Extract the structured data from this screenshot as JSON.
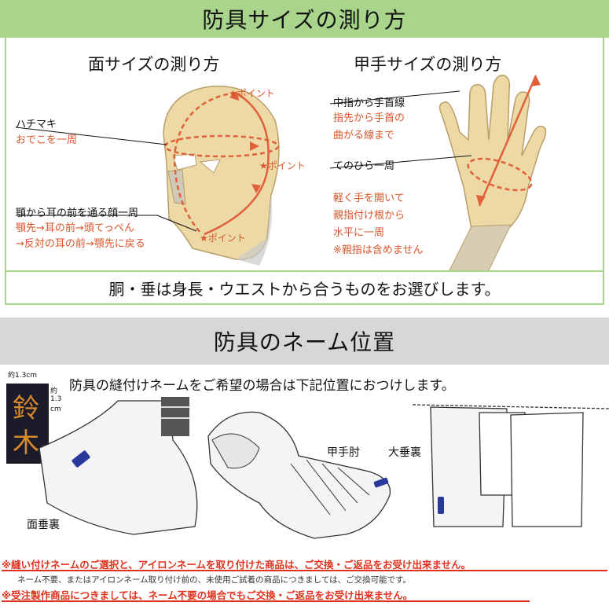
{
  "section1": {
    "title": "防具サイズの測り方",
    "men": {
      "heading": "面サイズの測り方",
      "point_top": "★ポイント",
      "point_side": "★ポイント",
      "point_chin": "★ポイント",
      "hachimaki_label": "ハチマキ",
      "hachimaki_note": "おでこを一周",
      "chin_label": "顎から耳の前を通る顔一周",
      "chin_note1": "顎先→耳の前→頭てっぺん",
      "chin_note2": "→反対の耳の前→顎先に戻る"
    },
    "kote": {
      "heading": "甲手サイズの測り方",
      "finger_label": "中指から手首線",
      "finger_note1": "指先から手首の",
      "finger_note2": "曲がる線まで",
      "palm_label": "てのひら一周",
      "palm_note1": "軽く手を開いて",
      "palm_note2": "親指付け根から",
      "palm_note3": "水平に一周",
      "palm_note4": "※親指は含めません"
    },
    "strip": "胴・垂は身長・ウエストから合うものをお選びします。"
  },
  "section2": {
    "title": "防具のネーム位置",
    "lead": "防具の縫付けネームをご希望の場合は下記位置におつけします。",
    "tag_width": "約1.3cm",
    "tag_height_1": "約",
    "tag_height_2": "1.3",
    "tag_height_3": "cm",
    "tag_char1": "鈴",
    "tag_char2": "木",
    "label_men": "面垂裏",
    "label_kote": "甲手肘",
    "label_tare": "大垂裏"
  },
  "footer": {
    "warn1": "※縫い付けネームのご選択と、アイロンネームを取り付けた商品は、ご交換・ご返品をお受け出来ません。",
    "small": "ネーム不要、またはアイロンネーム取り付け前の、未使用ご試着の商品につきましては、ご交換可能です。",
    "warn2": "※受注製作商品につきましては、ネーム不要の場合でもご交換・ご返品をお受け出来ません。"
  },
  "colors": {
    "accent_green": "#a8d48c",
    "note_orange": "#d9552b",
    "warn_red": "#e0321e",
    "name_blue": "#2a3a9c"
  }
}
